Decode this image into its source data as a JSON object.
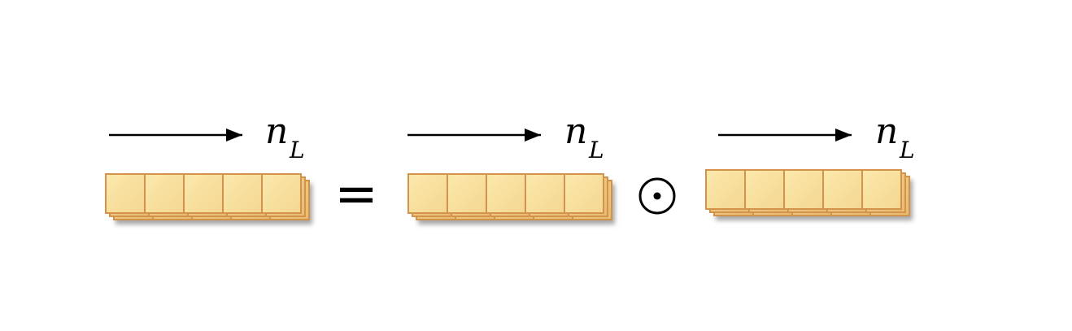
{
  "diagram": {
    "colors": {
      "cell_fill_light": "#fbe7a6",
      "cell_fill_dark": "#f3d28c",
      "cell_stroke": "#d4924a",
      "arrow": "#000000",
      "text": "#000000"
    },
    "length_label": {
      "main": "n",
      "subscript": "L"
    },
    "operators": {
      "equals": "=",
      "hadamard": "⊙"
    },
    "tensors": [
      {
        "id": "result",
        "cells": 5,
        "stack_layers": 3
      },
      {
        "id": "left-operand",
        "cells": 5,
        "stack_layers": 3
      },
      {
        "id": "right-operand",
        "cells": 5,
        "stack_layers": 3
      }
    ]
  }
}
